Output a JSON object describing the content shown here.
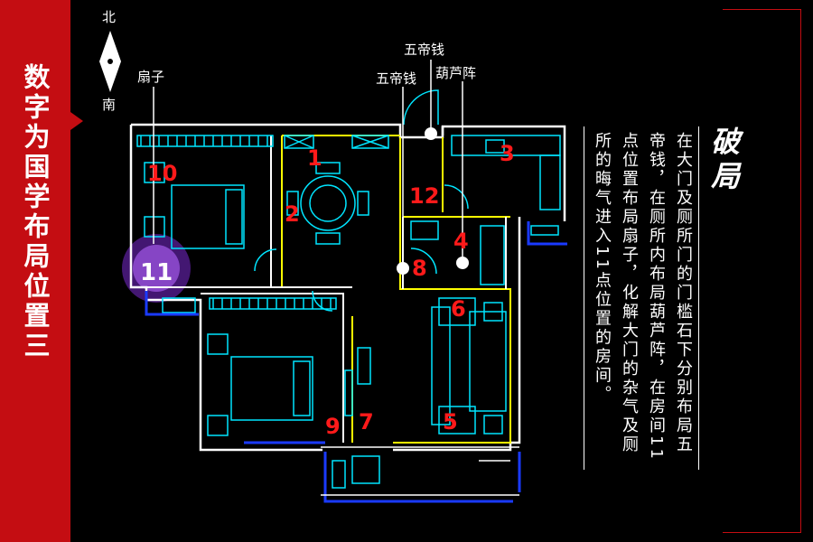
{
  "sidebar": {
    "title": "数字为国学布局位置三"
  },
  "compass": {
    "north": "北",
    "south": "南"
  },
  "labels": {
    "fan": "扇子",
    "coins_top": "五帝钱",
    "coins": "五帝钱",
    "gourd": "葫芦阵"
  },
  "room_numbers": [
    "1",
    "2",
    "3",
    "4",
    "5",
    "6",
    "7",
    "8",
    "9",
    "10",
    "11",
    "12"
  ],
  "heading": "破局",
  "note_columns": [
    "在大门及厕所门的门槛石下分别布局五",
    "帝钱，在厕所内布局葫芦阵，在房间11",
    "点位置布局扇子，化解大门的杂气及厕",
    "所的晦气进入11点位置的房间。"
  ],
  "colors": {
    "accent": "#c40d12",
    "wall": "#ffffff",
    "room_border": "#ffff00",
    "furniture": "#00e5ff",
    "number": "#ff1a1a",
    "balcony": "#1a3aff",
    "highlight": "#8a3cd6"
  }
}
